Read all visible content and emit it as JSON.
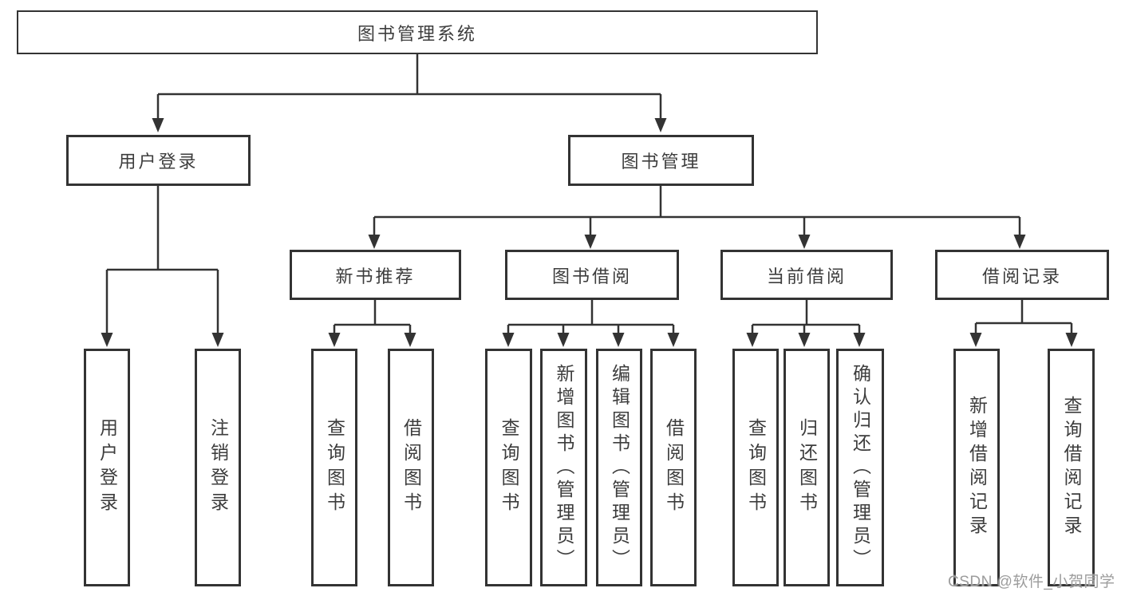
{
  "diagram": {
    "root": "图书管理系统",
    "branches": {
      "user_login": "用户登录",
      "book_management": "图书管理"
    },
    "user_login_children": [
      "用户登录",
      "注销登录"
    ],
    "book_management_children": [
      "新书推荐",
      "图书借阅",
      "当前借阅",
      "借阅记录"
    ],
    "leaves": {
      "new_book_recommend": [
        "查询图书",
        "借阅图书"
      ],
      "book_borrow": [
        "查询图书",
        "新增图书（管理员）",
        "编辑图书（管理员）",
        "借阅图书"
      ],
      "current_borrow": [
        "查询图书",
        "归还图书",
        "确认归还（管理员）"
      ],
      "borrow_records": [
        "新增借阅记录",
        "查询借阅记录"
      ]
    }
  },
  "watermark": "CSDN @软件_小贺同学",
  "colors": {
    "line": "#333333",
    "text": "#3d3d3d",
    "box_background": "#ffffff",
    "page_background": "#ffffff",
    "watermark": "#9c9c9c"
  }
}
